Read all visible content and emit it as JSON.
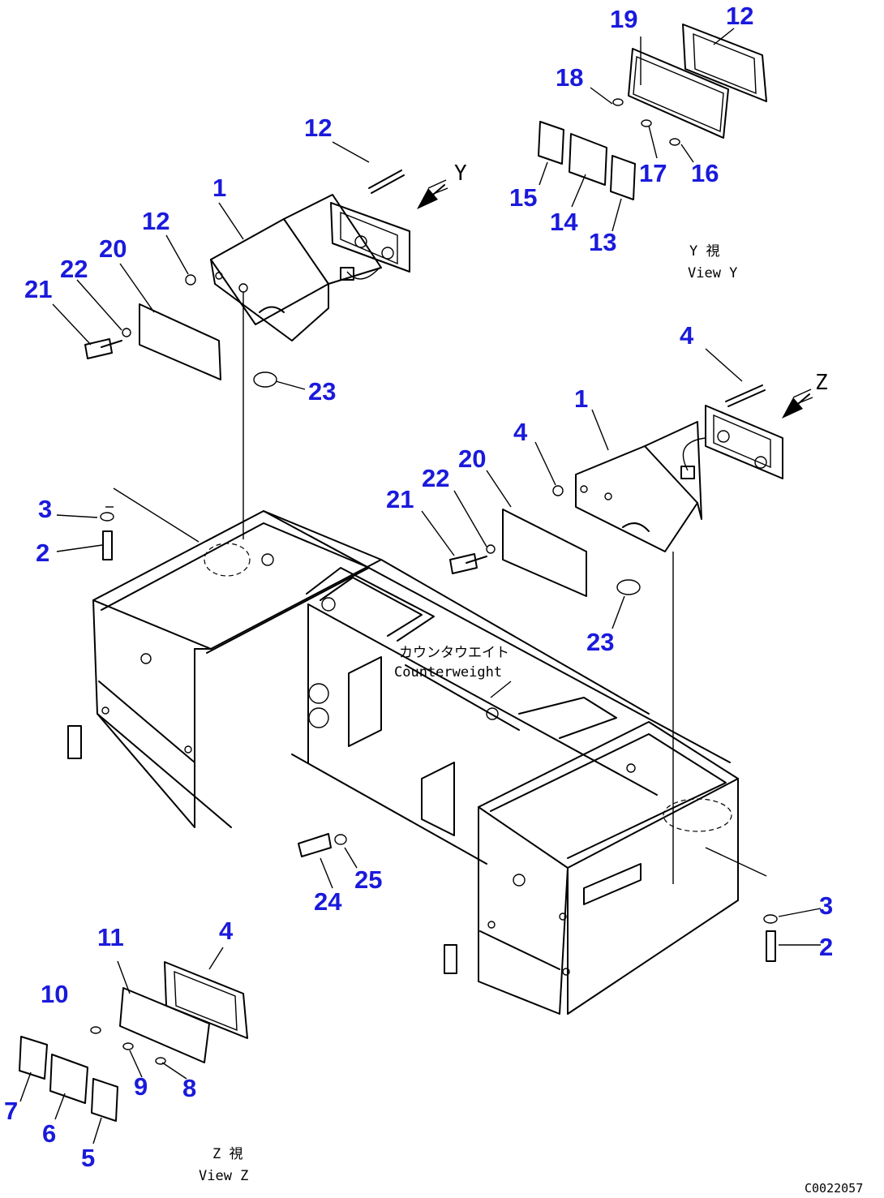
{
  "callouts": [
    {
      "id": "c1",
      "label": "19"
    },
    {
      "id": "c2",
      "label": "12"
    },
    {
      "id": "c3",
      "label": "18"
    },
    {
      "id": "c4",
      "label": "12"
    },
    {
      "id": "c5",
      "label": "17"
    },
    {
      "id": "c6",
      "label": "16"
    },
    {
      "id": "c7",
      "label": "1"
    },
    {
      "id": "c8",
      "label": "15"
    },
    {
      "id": "c9",
      "label": "14"
    },
    {
      "id": "c10",
      "label": "13"
    },
    {
      "id": "c11",
      "label": "12"
    },
    {
      "id": "c12",
      "label": "20"
    },
    {
      "id": "c13",
      "label": "22"
    },
    {
      "id": "c14",
      "label": "21"
    },
    {
      "id": "c15",
      "label": "23"
    },
    {
      "id": "c16",
      "label": "4"
    },
    {
      "id": "c17",
      "label": "1"
    },
    {
      "id": "c18",
      "label": "4"
    },
    {
      "id": "c19",
      "label": "20"
    },
    {
      "id": "c20",
      "label": "22"
    },
    {
      "id": "c21",
      "label": "21"
    },
    {
      "id": "c22",
      "label": "3"
    },
    {
      "id": "c23",
      "label": "2"
    },
    {
      "id": "c24",
      "label": "23"
    },
    {
      "id": "c25",
      "label": "25"
    },
    {
      "id": "c26",
      "label": "24"
    },
    {
      "id": "c27",
      "label": "3"
    },
    {
      "id": "c28",
      "label": "2"
    },
    {
      "id": "c29",
      "label": "11"
    },
    {
      "id": "c30",
      "label": "4"
    },
    {
      "id": "c31",
      "label": "10"
    },
    {
      "id": "c32",
      "label": "9"
    },
    {
      "id": "c33",
      "label": "8"
    },
    {
      "id": "c34",
      "label": "7"
    },
    {
      "id": "c35",
      "label": "6"
    },
    {
      "id": "c36",
      "label": "5"
    }
  ],
  "view_markers": {
    "y": "Y",
    "z": "Z"
  },
  "view_labels": {
    "view_y_jp": "Y 視",
    "view_y_en": "View Y",
    "view_z_jp": "Z 視",
    "view_z_en": "View Z"
  },
  "part_note": {
    "jp": "カウンタウエイト",
    "en": "Counterweight"
  },
  "drawing_ref": "C0022057",
  "colors": {
    "callout": "#1a1adc",
    "line": "#000000",
    "background": "#ffffff"
  }
}
